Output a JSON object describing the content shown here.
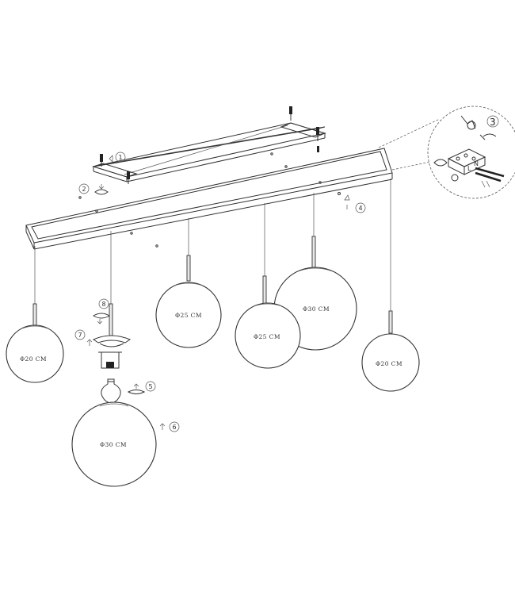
{
  "diagram": {
    "globe_labels": {
      "g1": "Φ20 CM",
      "g2": "Φ25 CM",
      "g3": "Φ25 CM",
      "g4": "Φ30 CM",
      "g5": "Φ20 CM",
      "g6": "Φ30 CM"
    },
    "steps": {
      "s1": "1",
      "s2": "2",
      "s3": "3",
      "s4": "4",
      "s5": "5",
      "s6": "6",
      "s7": "7",
      "s8": "8"
    },
    "wire_labels": {
      "l": "L",
      "n": "N"
    }
  }
}
